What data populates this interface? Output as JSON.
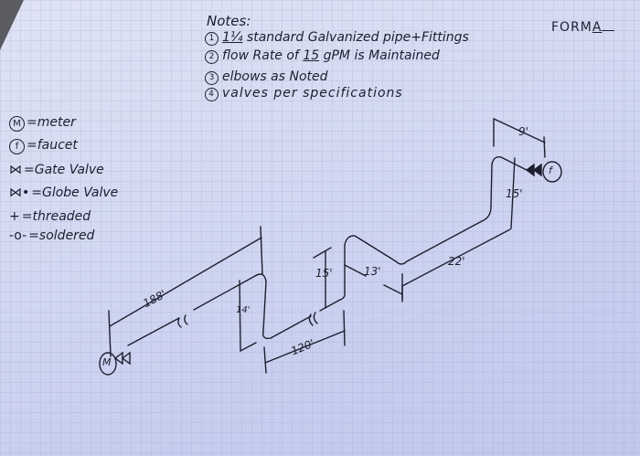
{
  "document": {
    "type": "hand-drawn isometric piping diagram",
    "form_label": "FORM",
    "form_value": "A"
  },
  "notes": {
    "title": "Notes:",
    "items": [
      {
        "num": "1",
        "pre": "",
        "value": "1¼",
        "post": " standard Galvanized pipe+Fittings"
      },
      {
        "num": "2",
        "pre": "flow Rate of ",
        "value": "15",
        "post": " gPM is Maintained"
      },
      {
        "num": "3",
        "pre": "elbows as Noted",
        "value": "",
        "post": ""
      },
      {
        "num": "4",
        "pre": "valves per specifications",
        "value": "",
        "post": ""
      }
    ]
  },
  "legend": [
    {
      "symbol": "M",
      "symbol_name": "meter-symbol",
      "label": "=meter"
    },
    {
      "symbol": "f",
      "symbol_name": "faucet-symbol",
      "label": "=faucet"
    },
    {
      "symbol": "⋈",
      "symbol_name": "gate-valve-symbol",
      "label": "=Gate Valve"
    },
    {
      "symbol": "⋈•",
      "symbol_name": "globe-valve-symbol",
      "label": "=Globe Valve"
    },
    {
      "symbol": "+",
      "symbol_name": "threaded-symbol",
      "label": "=threaded"
    },
    {
      "symbol": "-o-",
      "symbol_name": "soldered-symbol",
      "label": "=soldered"
    }
  ],
  "dimensions": {
    "d188": "188'",
    "d14": "14'",
    "d120": "120'",
    "d15a": "15'",
    "d13": "13'",
    "d22": "22'",
    "d15b": "15'",
    "d9": "9'"
  },
  "fixtures": {
    "meter": "M",
    "faucet": "f"
  },
  "colors": {
    "paper": "#d3d9f1",
    "ink": "#1d1f2e",
    "background": "#5a5c62"
  }
}
